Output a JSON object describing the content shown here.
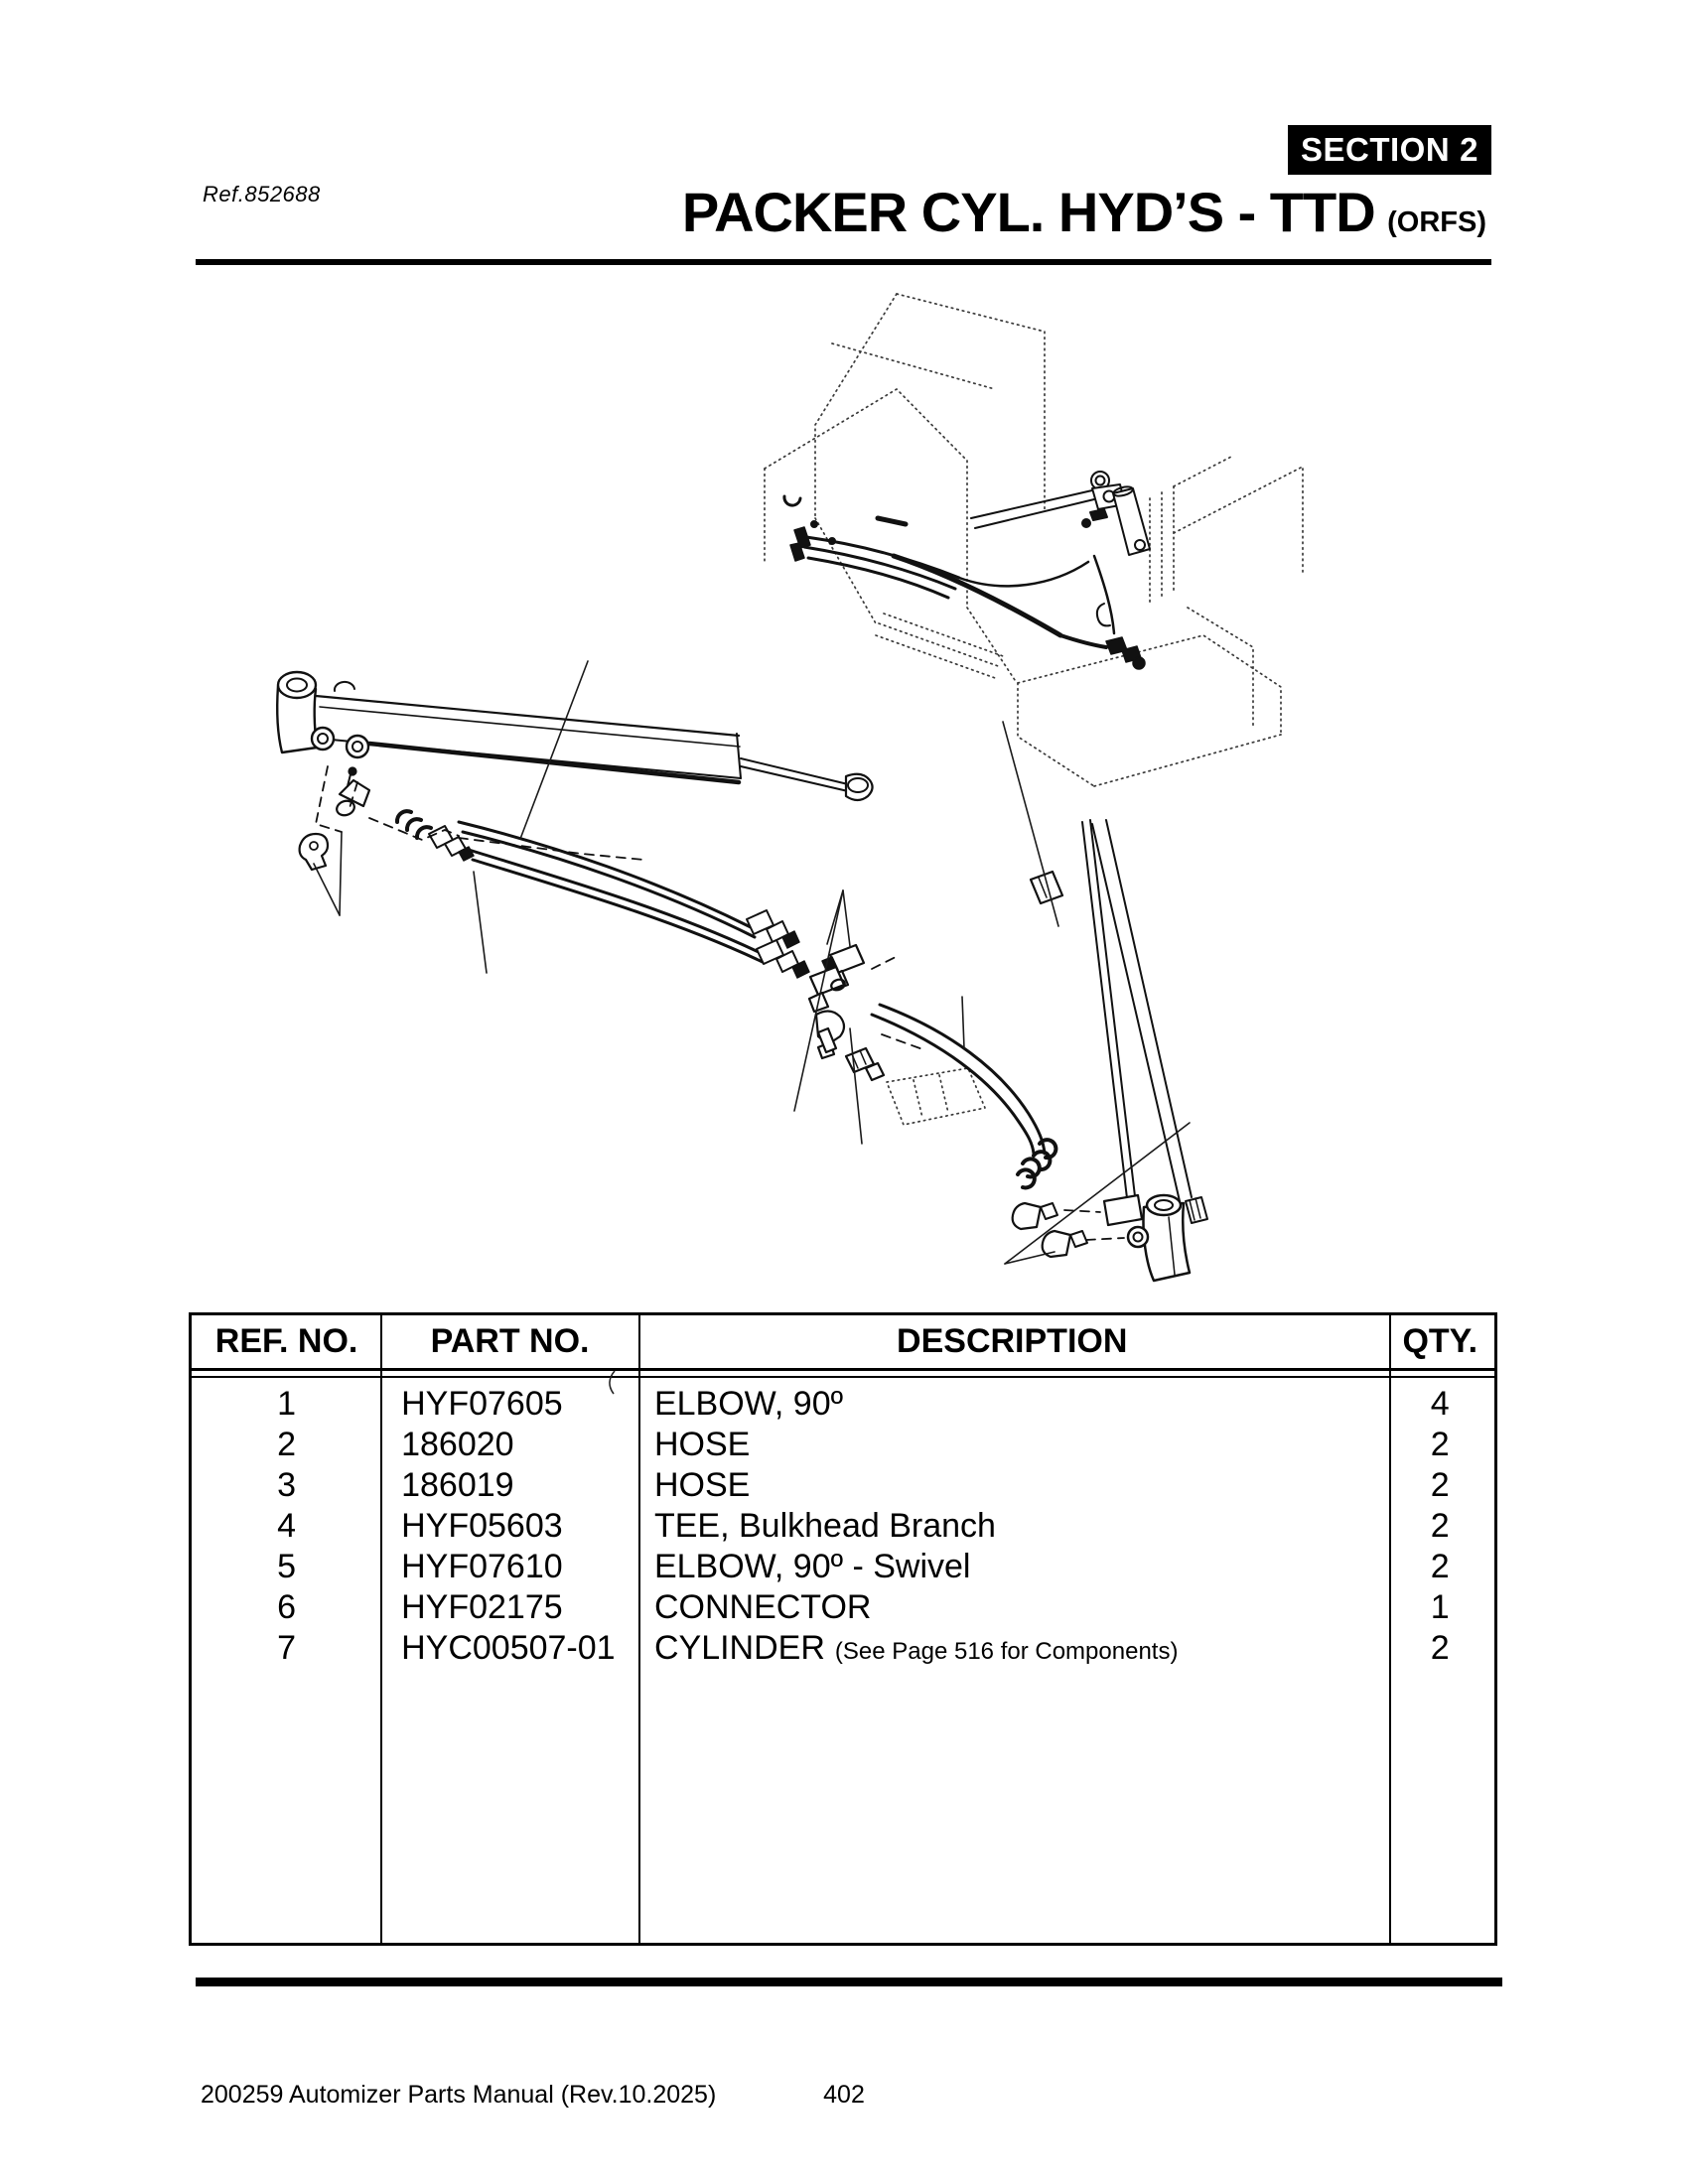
{
  "page": {
    "ref_label": "Ref.852688",
    "section_badge": {
      "label": "SECTION",
      "number": "2"
    },
    "title": "PACKER CYL. HYD’S - TTD",
    "title_suffix": "(ORFS)",
    "footer_left": "200259 Automizer Parts Manual (Rev.10.2025)",
    "page_number": "402",
    "accent_color": "#000000"
  },
  "diagram": {
    "type": "exploded_isometric_line_drawing",
    "subject": "Packer cylinder hydraulic hoses, fittings and cylinders with dotted machine-frame reference"
  },
  "table": {
    "headers": [
      "REF. NO.",
      "PART NO.",
      "DESCRIPTION",
      "QTY."
    ],
    "rows": [
      {
        "ref": "1",
        "part": "HYF07605",
        "desc": "ELBOW, 90º",
        "qty": "4"
      },
      {
        "ref": "2",
        "part": "186020",
        "desc": "HOSE",
        "qty": "2"
      },
      {
        "ref": "3",
        "part": "186019",
        "desc": "HOSE",
        "qty": "2"
      },
      {
        "ref": "4",
        "part": "HYF05603",
        "desc": "TEE, Bulkhead Branch",
        "qty": "2"
      },
      {
        "ref": "5",
        "part": "HYF07610",
        "desc": "ELBOW, 90º - Swivel",
        "qty": "2"
      },
      {
        "ref": "6",
        "part": "HYF02175",
        "desc": "CONNECTOR",
        "qty": "1"
      },
      {
        "ref": "7",
        "part": "HYC00507-01",
        "desc": "CYLINDER",
        "desc_note": "(See Page 516 for Components)",
        "qty": "2"
      }
    ]
  }
}
